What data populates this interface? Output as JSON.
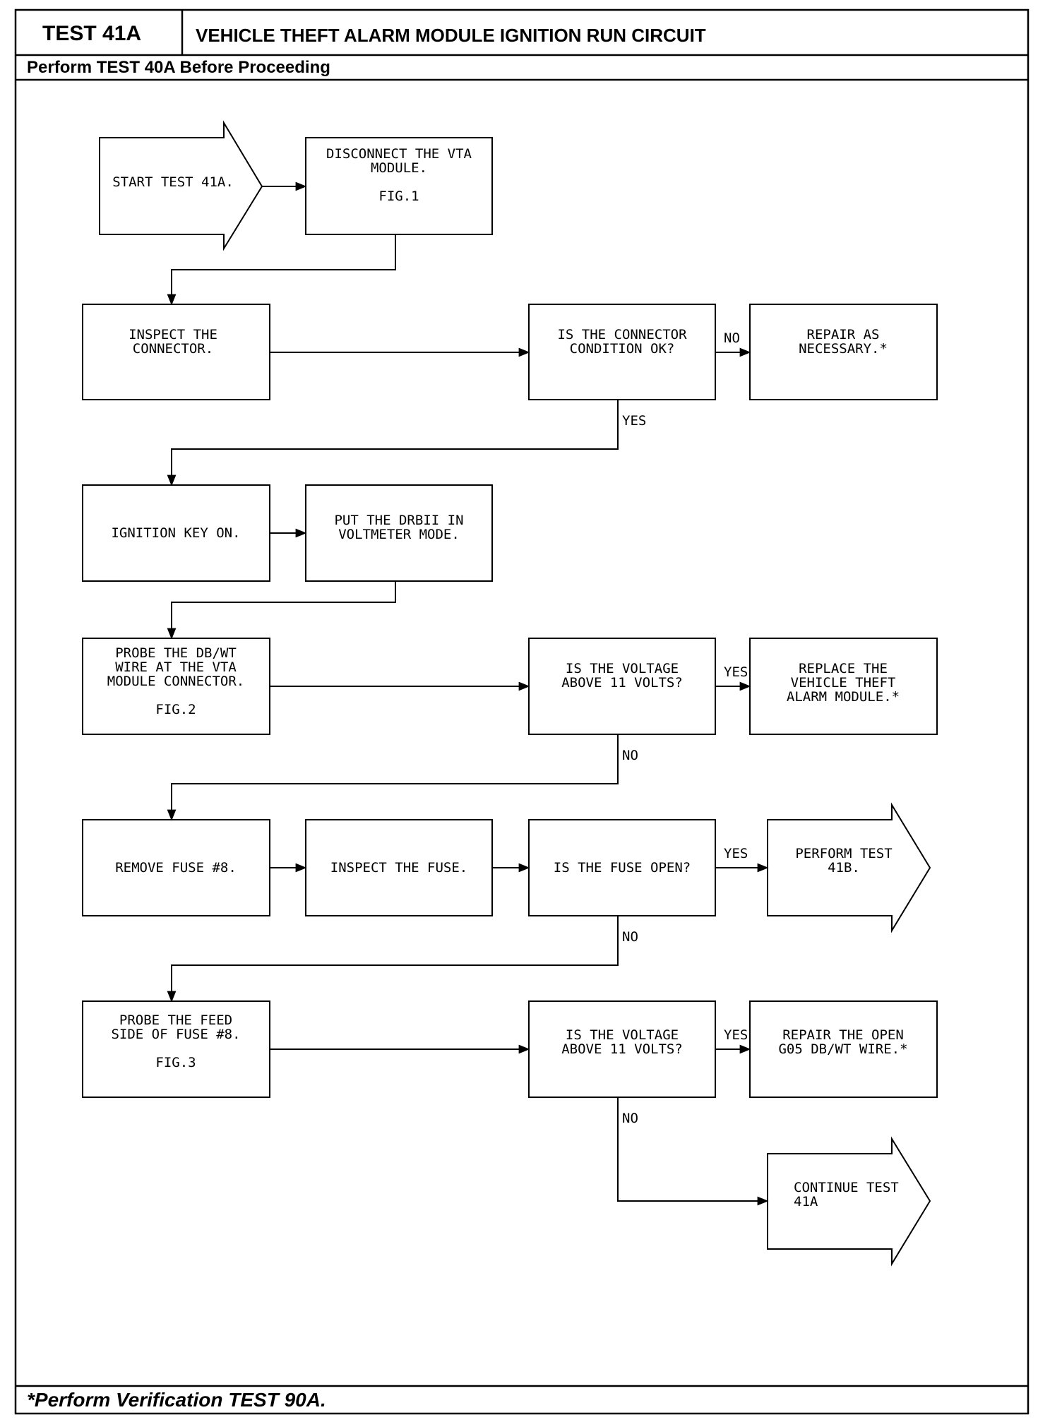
{
  "header": {
    "test_id": "TEST 41A",
    "title": "VEHICLE THEFT ALARM MODULE IGNITION RUN CIRCUIT",
    "prerequisite": "Perform TEST 40A Before Proceeding"
  },
  "footer": {
    "note": "*Perform Verification TEST 90A."
  },
  "nodes": {
    "start": [
      "START TEST 41A."
    ],
    "disconnect": [
      "DISCONNECT THE VTA",
      "MODULE.",
      "",
      "FIG.1"
    ],
    "inspect_connector": [
      "INSPECT THE",
      "CONNECTOR."
    ],
    "connector_ok": [
      "IS THE CONNECTOR",
      "CONDITION OK?"
    ],
    "repair_connector": [
      "REPAIR AS",
      "NECESSARY.*"
    ],
    "ignition_on": [
      "IGNITION KEY ON."
    ],
    "drbii": [
      "PUT THE DRBII IN",
      "VOLTMETER MODE."
    ],
    "probe_dbwt": [
      "PROBE THE DB/WT",
      "WIRE AT THE VTA",
      "MODULE CONNECTOR.",
      "",
      "FIG.2"
    ],
    "voltage_q1": [
      "IS THE VOLTAGE",
      "ABOVE 11 VOLTS?"
    ],
    "replace_module": [
      "REPLACE THE",
      "VEHICLE THEFT",
      "ALARM MODULE.*"
    ],
    "remove_fuse": [
      "REMOVE FUSE #8."
    ],
    "inspect_fuse": [
      "INSPECT THE FUSE."
    ],
    "fuse_open": [
      "IS THE FUSE OPEN?"
    ],
    "perform_41b": [
      "PERFORM TEST",
      "41B."
    ],
    "probe_feed": [
      "PROBE THE FEED",
      "SIDE OF FUSE #8.",
      "",
      "FIG.3"
    ],
    "voltage_q2": [
      "IS THE VOLTAGE",
      "ABOVE 11 VOLTS?"
    ],
    "repair_open": [
      "REPAIR THE OPEN",
      "G05 DB/WT WIRE.*"
    ],
    "continue_41a": [
      "CONTINUE TEST",
      "41A"
    ]
  },
  "edge_labels": {
    "connector_no": "NO",
    "connector_yes": "YES",
    "voltage1_yes": "YES",
    "voltage1_no": "NO",
    "fuse_yes": "YES",
    "fuse_no": "NO",
    "voltage2_yes": "YES",
    "voltage2_no": "NO"
  }
}
